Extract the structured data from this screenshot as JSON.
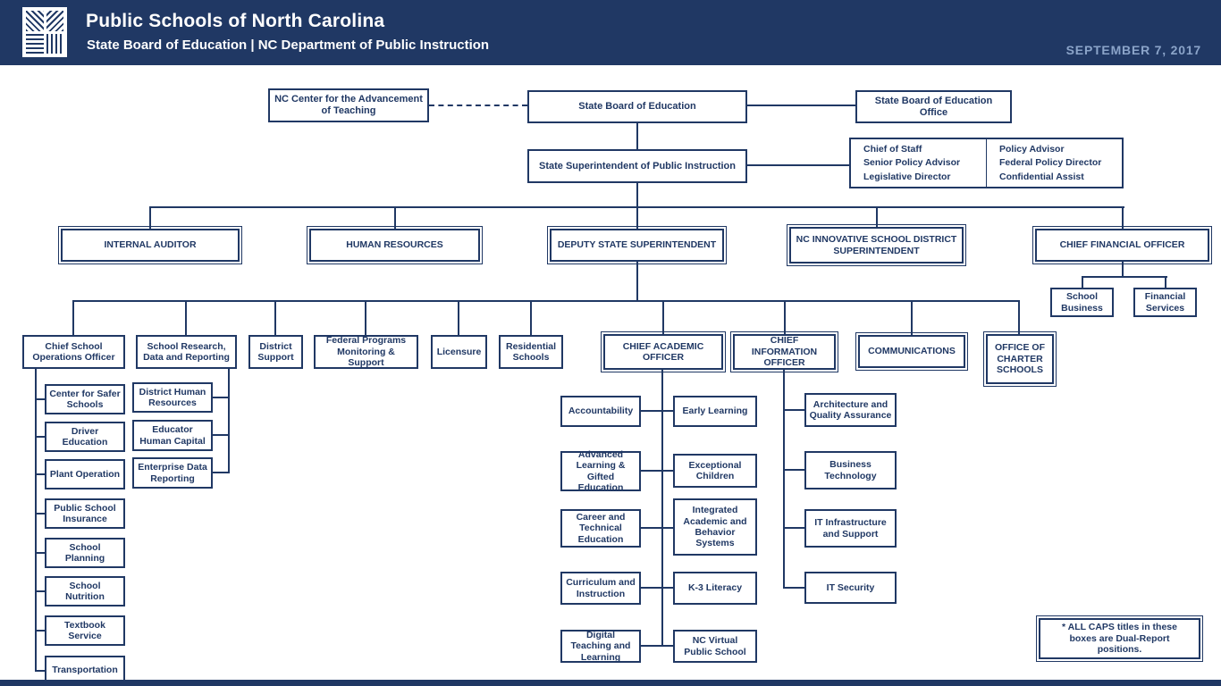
{
  "header": {
    "title": "Public Schools of North Carolina",
    "subtitle": "State Board of Education  |  NC Department of Public Instruction",
    "date": "SEPTEMBER 7, 2017"
  },
  "org": {
    "nccat": "NC Center for the Advancement of Teaching",
    "state_board": "State Board of Education",
    "state_board_office": "State Board of Education Office",
    "superintendent": "State Superintendent of Public Instruction",
    "staff_col1": [
      "Chief of Staff",
      "Senior Policy Advisor",
      "Legislative Director"
    ],
    "staff_col2": [
      "Policy Advisor",
      "Federal Policy Director",
      "Confidential Assist"
    ],
    "internal_auditor": "INTERNAL AUDITOR",
    "human_resources": "HUMAN RESOURCES",
    "deputy_superintendent": "DEPUTY STATE SUPERINTENDENT",
    "innovative_district": "NC INNOVATIVE SCHOOL DISTRICT SUPERINTENDENT",
    "cfo": "CHIEF FINANCIAL OFFICER",
    "cfo_children": [
      "School Business",
      "Financial Services"
    ],
    "cso": "Chief School Operations Officer",
    "srdr": "School Research, Data and Reporting",
    "district_support": "District Support",
    "federal_programs": "Federal Programs Monitoring & Support",
    "licensure": "Licensure",
    "residential_schools": "Residential Schools",
    "cao": "CHIEF ACADEMIC OFFICER",
    "cio": "CHIEF INFORMATION OFFICER",
    "communications": "COMMUNICATIONS",
    "charter_schools": "OFFICE OF CHARTER SCHOOLS",
    "cso_children": [
      "Center for Safer Schools",
      "Driver Education",
      "Plant Operation",
      "Public School Insurance",
      "School Planning",
      "School Nutrition",
      "Textbook Service",
      "Transportation"
    ],
    "srdr_children": [
      "District Human Resources",
      "Educator Human Capital",
      "Enterprise Data Reporting"
    ],
    "cao_left": [
      "Accountability",
      "Advanced Learning & Gifted Education",
      "Career and Technical Education",
      "Curriculum and Instruction",
      "Digital Teaching and Learning"
    ],
    "cao_right": [
      "Early Learning",
      "Exceptional Children",
      "Integrated Academic and Behavior Systems",
      "K-3 Literacy",
      "NC Virtual Public School"
    ],
    "cio_children": [
      "Architecture and Quality Assurance",
      "Business Technology",
      "IT Infrastructure and Support",
      "IT Security"
    ],
    "note": "* ALL CAPS titles in these boxes are Dual-Report positions."
  },
  "colors": {
    "navy": "#203864",
    "date_text": "#8ba4c9"
  }
}
